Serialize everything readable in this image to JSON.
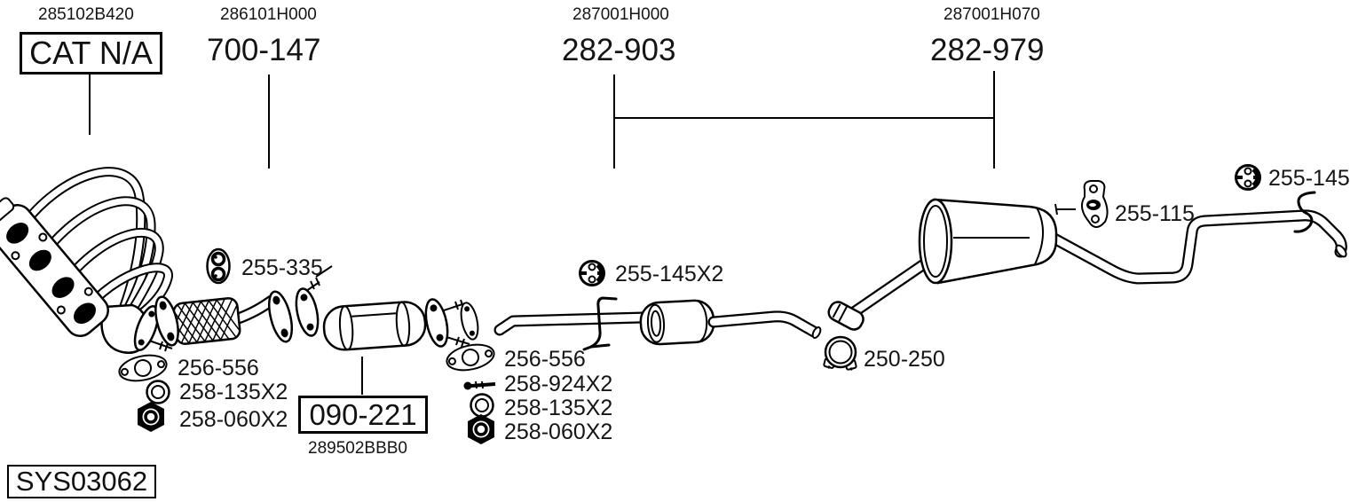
{
  "page": {
    "background": "#ffffff",
    "ink": "#000000"
  },
  "top_callouts": [
    {
      "code": "285102B420",
      "part": "CAT N/A"
    },
    {
      "code": "286101H000",
      "part": "700-147"
    },
    {
      "code": "287001H000",
      "part": "282-903"
    },
    {
      "code": "287001H070",
      "part": "282-979"
    }
  ],
  "center_callout": {
    "part": "090-221",
    "code": "289502BBB0"
  },
  "part_callouts": {
    "flex_hanger": "255-335",
    "mid_mount": "255-145X2",
    "rear_bracket": "255-115",
    "tail_mount": "255-145",
    "pipe_clamp": "250-250"
  },
  "hardware_left": [
    {
      "icon": "gasket-icon",
      "part": "256-556"
    },
    {
      "icon": "washer-ring-icon",
      "part": "258-135X2"
    },
    {
      "icon": "nut-icon",
      "part": "258-060X2"
    }
  ],
  "hardware_mid": [
    {
      "icon": "gasket-icon",
      "part": "256-556"
    },
    {
      "icon": "bolt-icon",
      "part": "258-924X2"
    },
    {
      "icon": "washer-ring-icon",
      "part": "258-135X2"
    },
    {
      "icon": "nut-icon",
      "part": "258-060X2"
    }
  ],
  "system_code": "SYS03062"
}
